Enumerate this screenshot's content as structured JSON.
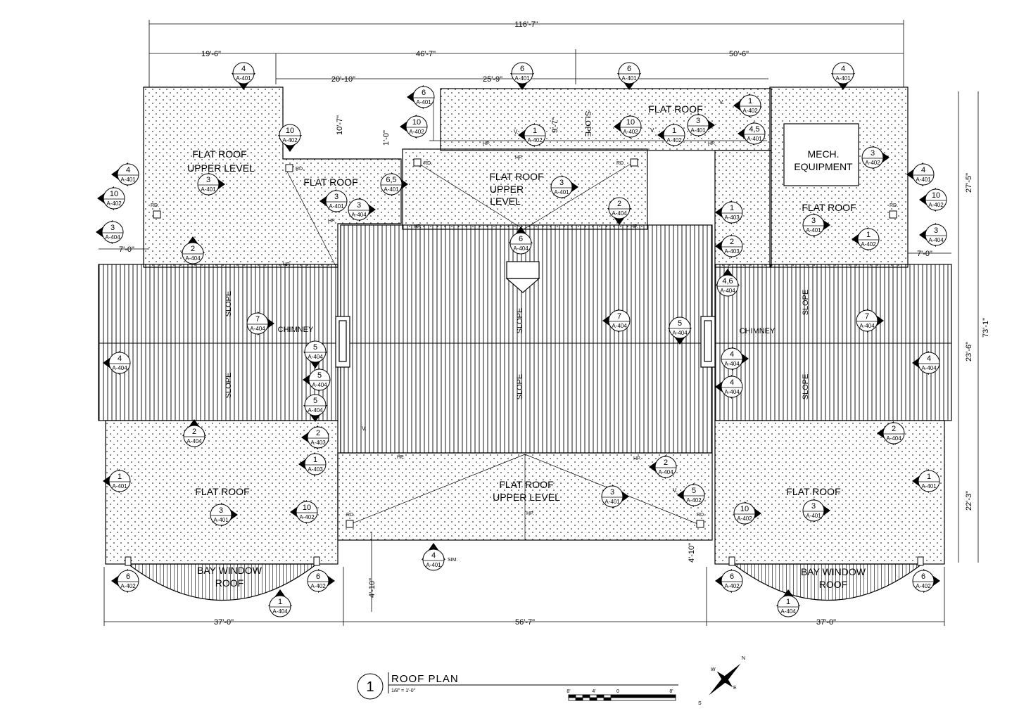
{
  "drawing": {
    "view_number": "1",
    "title": "ROOF PLAN",
    "scale": "1/8\" = 1'-0\"",
    "scale_bar": [
      "8'",
      "4'",
      "0",
      "8'"
    ],
    "north_arrow": [
      "N",
      "S",
      "E",
      "W"
    ]
  },
  "dims": {
    "overall_top": "116'-7\"",
    "seg_left": "19'-6\"",
    "seg_mid": "46'-7\"",
    "seg_right": "50'-6\"",
    "inner_a": "20'-10\"",
    "inner_b": "25'-9\"",
    "v_10_7": "10'-7\"",
    "v_1_0": "1'-0\"",
    "v_9_7": "9'-7\"",
    "left_7_0": "7'-0\"",
    "right_7_0": "7'-0\"",
    "right_27_5": "27'-5\"",
    "right_23_6": "23'-6\"",
    "right_22_3": "22'-3\"",
    "overall_right": "73'-1\"",
    "bottom_left": "37'-0\"",
    "bottom_mid": "56'-7\"",
    "bottom_right": "37'-0\"",
    "v_4_10_l": "4'-10\"",
    "v_4_10_r": "4'-10\""
  },
  "labels": {
    "flat_roof_upper_left": [
      "FLAT ROOF",
      "UPPER LEVEL"
    ],
    "flat_roof_small": "FLAT ROOF",
    "flat_roof_upper_center": [
      "FLAT ROOF",
      "UPPER",
      "LEVEL"
    ],
    "flat_roof_top": "FLAT ROOF",
    "mech_equipment": [
      "MECH.",
      "EQUIPMENT"
    ],
    "flat_roof_right": "FLAT ROOF",
    "flat_roof_low_left": "FLAT ROOF",
    "flat_roof_low_center": [
      "FLAT ROOF",
      "UPPER LEVEL"
    ],
    "flat_roof_low_right": "FLAT ROOF",
    "bay_window_left": [
      "BAY WINDOW",
      "ROOF"
    ],
    "bay_window_right": [
      "BAY WINDOW",
      "ROOF"
    ],
    "chimney": "CHIMNEY",
    "slope": "SLOPE",
    "hp": "HP.",
    "rd": "RD.",
    "v": "V.",
    "sim": "SIM."
  },
  "callouts": [
    {
      "num": "4",
      "sheet": "A-401"
    },
    {
      "num": "6",
      "sheet": "A-401"
    },
    {
      "num": "6",
      "sheet": "A-401"
    },
    {
      "num": "4",
      "sheet": "A-401"
    },
    {
      "num": "6",
      "sheet": "A-401"
    },
    {
      "num": "10",
      "sheet": "A-402"
    },
    {
      "num": "10",
      "sheet": "A-402"
    },
    {
      "num": "10",
      "sheet": "A-402"
    },
    {
      "num": "1",
      "sheet": "A-402"
    },
    {
      "num": "3",
      "sheet": "A-401"
    },
    {
      "num": "1",
      "sheet": "A-402"
    },
    {
      "num": "1",
      "sheet": "A-402"
    },
    {
      "num": "4,5",
      "sheet": "A-401"
    },
    {
      "num": "3",
      "sheet": "A-402"
    },
    {
      "num": "4",
      "sheet": "A-401"
    },
    {
      "num": "10",
      "sheet": "A-402"
    },
    {
      "num": "3",
      "sheet": "A-404"
    },
    {
      "num": "3",
      "sheet": "A-401"
    },
    {
      "num": "6,5",
      "sheet": "A-401"
    },
    {
      "num": "3",
      "sheet": "A-401"
    },
    {
      "num": "3",
      "sheet": "A-404"
    },
    {
      "num": "3",
      "sheet": "A-401"
    },
    {
      "num": "2",
      "sheet": "A-404"
    },
    {
      "num": "6",
      "sheet": "A-404"
    },
    {
      "num": "1",
      "sheet": "A-403"
    },
    {
      "num": "2",
      "sheet": "A-403"
    },
    {
      "num": "3",
      "sheet": "A-401"
    },
    {
      "num": "1",
      "sheet": "A-402"
    },
    {
      "num": "4",
      "sheet": "A-401"
    },
    {
      "num": "10",
      "sheet": "A-402"
    },
    {
      "num": "3",
      "sheet": "A-404"
    },
    {
      "num": "2",
      "sheet": "A-404"
    },
    {
      "num": "4,6",
      "sheet": "A-404"
    },
    {
      "num": "7",
      "sheet": "A-404"
    },
    {
      "num": "5",
      "sheet": "A-404"
    },
    {
      "num": "4",
      "sheet": "A-404"
    },
    {
      "num": "5",
      "sheet": "A-404"
    },
    {
      "num": "7",
      "sheet": "A-404"
    },
    {
      "num": "5",
      "sheet": "A-404"
    },
    {
      "num": "5",
      "sheet": "A-404"
    },
    {
      "num": "4",
      "sheet": "A-404"
    },
    {
      "num": "7",
      "sheet": "A-404"
    },
    {
      "num": "4",
      "sheet": "A-404"
    },
    {
      "num": "4",
      "sheet": "A-404"
    },
    {
      "num": "2",
      "sheet": "A-404"
    },
    {
      "num": "2",
      "sheet": "A-403"
    },
    {
      "num": "1",
      "sheet": "A-403"
    },
    {
      "num": "1",
      "sheet": "A-401"
    },
    {
      "num": "3",
      "sheet": "A-401"
    },
    {
      "num": "10",
      "sheet": "A-402"
    },
    {
      "num": "4",
      "sheet": "A-401"
    },
    {
      "num": "3",
      "sheet": "A-401"
    },
    {
      "num": "2",
      "sheet": "A-404"
    },
    {
      "num": "5",
      "sheet": "A-402"
    },
    {
      "num": "10",
      "sheet": "A-402"
    },
    {
      "num": "3",
      "sheet": "A-401"
    },
    {
      "num": "2",
      "sheet": "A-404"
    },
    {
      "num": "1",
      "sheet": "A-401"
    },
    {
      "num": "6",
      "sheet": "A-402"
    },
    {
      "num": "6",
      "sheet": "A-402"
    },
    {
      "num": "1",
      "sheet": "A-404"
    },
    {
      "num": "6",
      "sheet": "A-402"
    },
    {
      "num": "1",
      "sheet": "A-404"
    },
    {
      "num": "6",
      "sheet": "A-402"
    }
  ]
}
